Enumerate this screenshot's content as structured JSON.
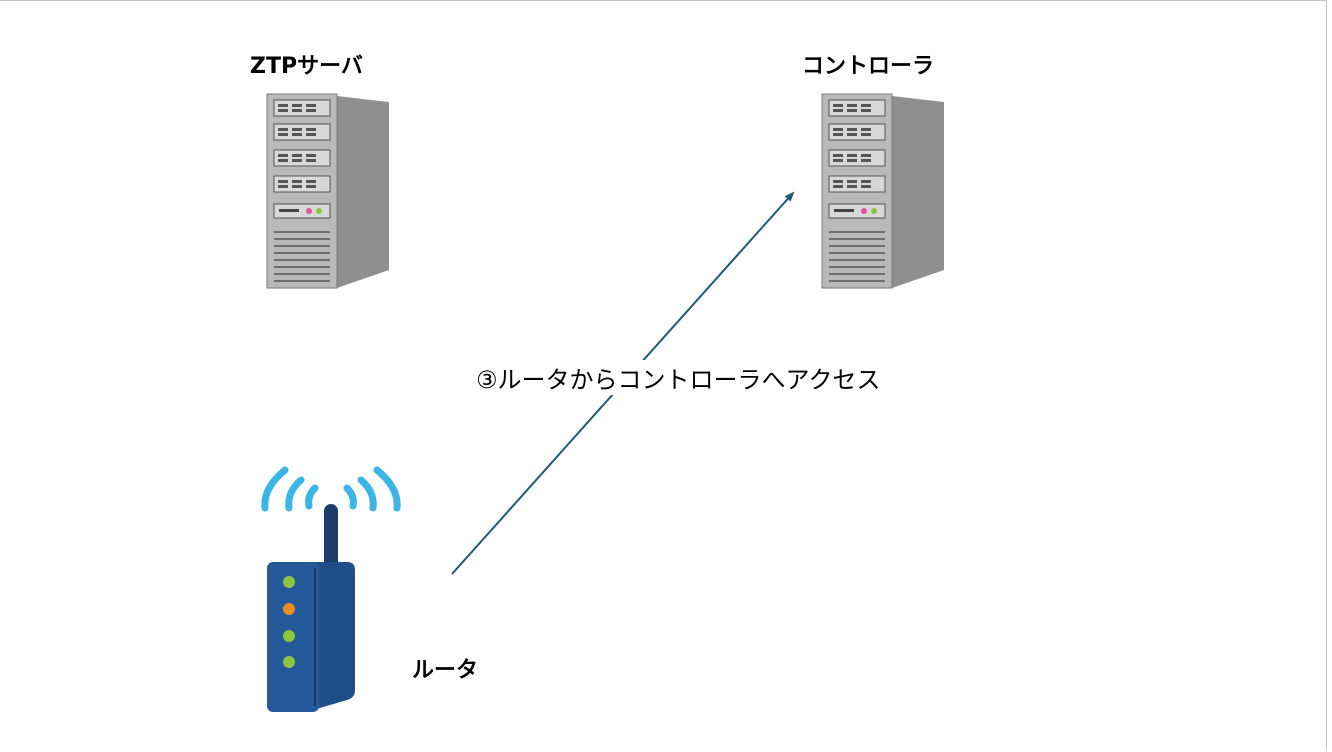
{
  "nodes": {
    "ztp_server": {
      "label": "ZTPサーバ",
      "icon": "server-tower-icon"
    },
    "controller": {
      "label": "コントローラ",
      "icon": "server-tower-icon"
    },
    "router": {
      "label": "ルータ",
      "icon": "wireless-router-icon"
    }
  },
  "edges": [
    {
      "from": "router",
      "to": "controller",
      "label": "③ルータからコントローラへアクセス"
    }
  ],
  "colors": {
    "arrow": "#1f5a72",
    "server_body": "#8f8f8f",
    "server_front": "#b9b9b9",
    "router_body": "#1f4f86",
    "wifi_waves": "#3bb4e6",
    "led_green": "#8cc63f",
    "led_orange": "#f08c1e"
  }
}
